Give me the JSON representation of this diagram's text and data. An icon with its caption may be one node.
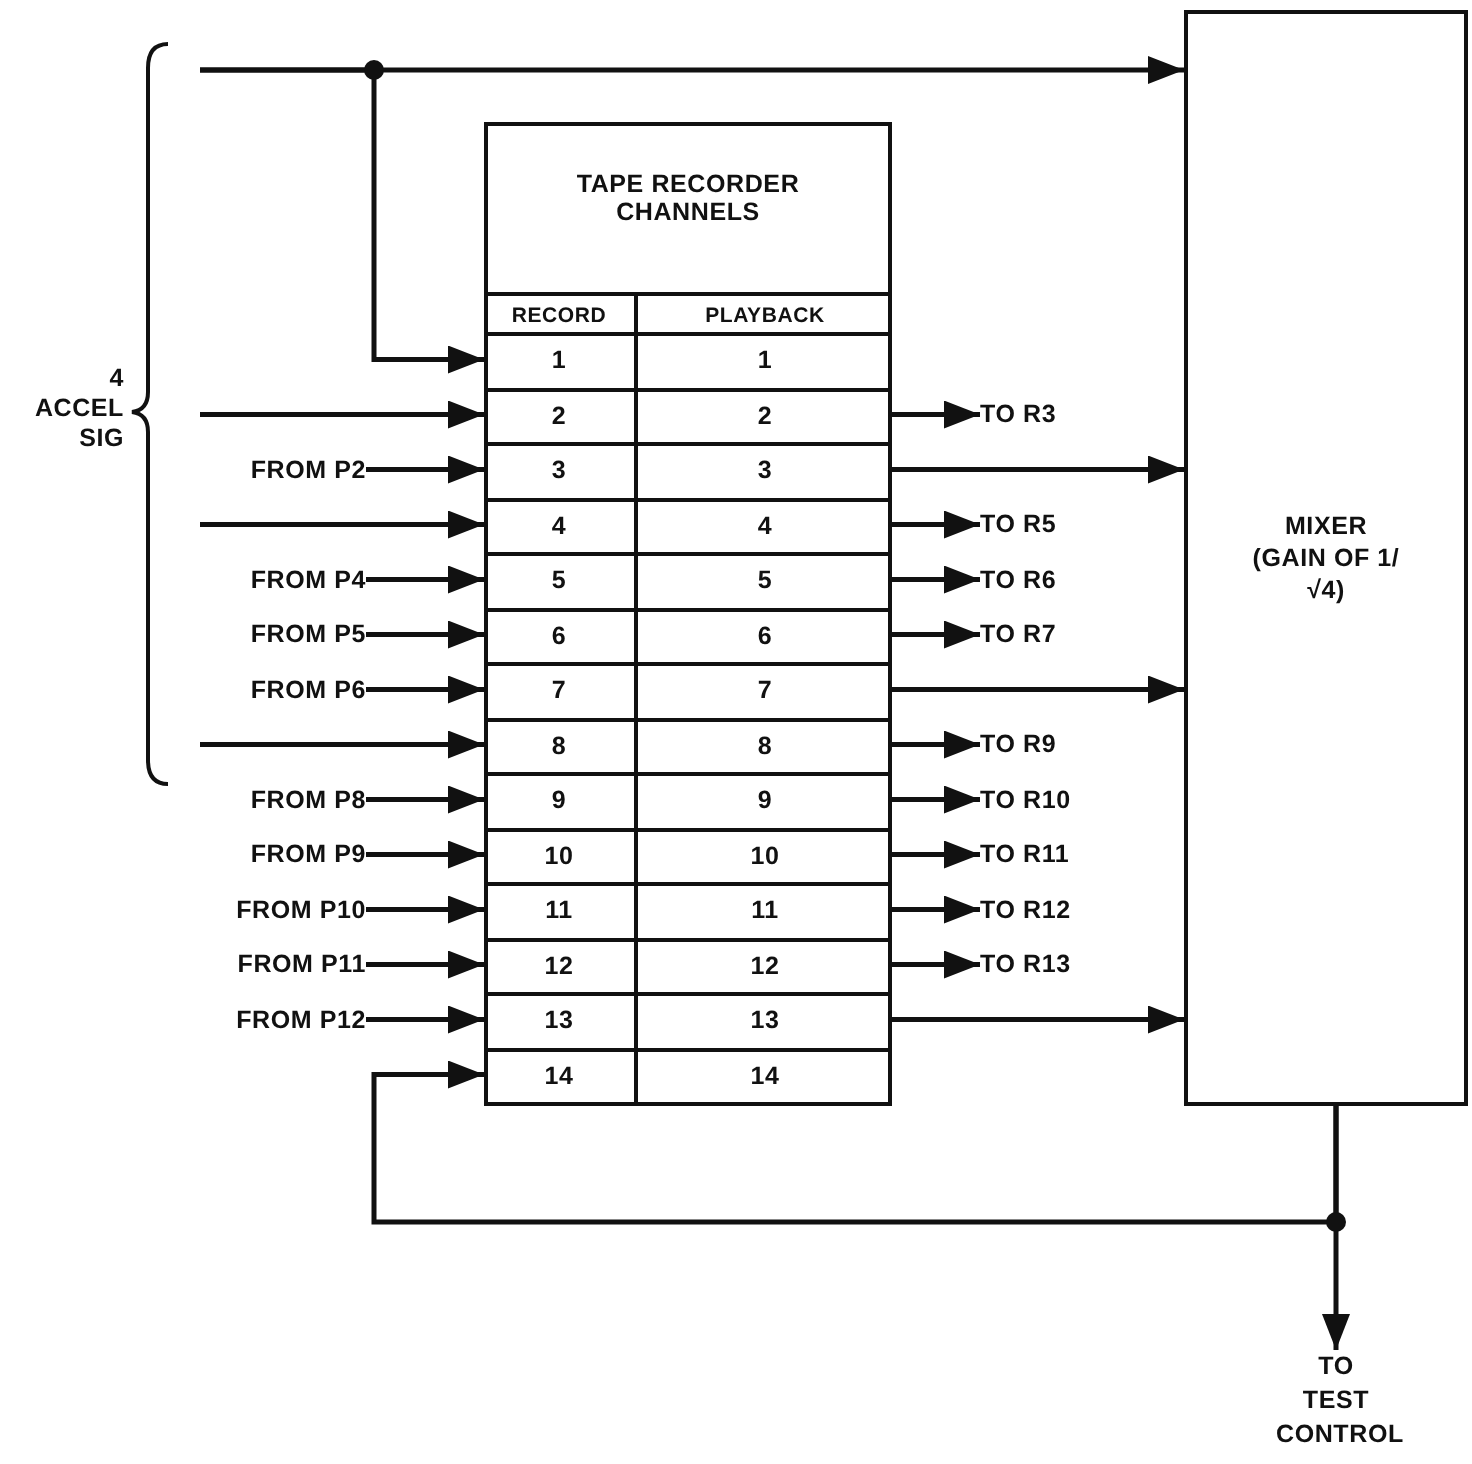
{
  "diagram": {
    "nodes": [
      {
        "text": [
          "TAPE RECORDER CHANNELS",
          "RECORD",
          "PLAYBACK"
        ]
      },
      {
        "text": [
          "1",
          "1"
        ],
        "in": 0
      },
      {
        "text": [
          "2",
          "2"
        ],
        "in": 0
      },
      {
        "text": [
          "3",
          "3"
        ],
        "in": 0
      },
      {
        "text": [
          "4",
          "4"
        ],
        "in": 0
      },
      {
        "text": [
          "5",
          "5"
        ],
        "in": 0
      },
      {
        "text": [
          "6",
          "6"
        ],
        "in": 0
      },
      {
        "text": [
          "7",
          "7"
        ],
        "in": 0
      },
      {
        "text": [
          "8",
          "8"
        ],
        "in": 0
      },
      {
        "text": [
          "9",
          "9"
        ],
        "in": 0
      },
      {
        "text": [
          "10",
          "10"
        ],
        "in": 0
      },
      {
        "text": [
          "11",
          "11"
        ],
        "in": 0
      },
      {
        "text": [
          "12",
          "12"
        ],
        "in": 0
      },
      {
        "text": [
          "13",
          "13"
        ],
        "in": 0
      },
      {
        "text": [
          "14",
          "14"
        ],
        "in": 0
      },
      {
        "text": [
          "MIXER (GAIN OF 1/√4)"
        ]
      },
      {
        "text": [
          "FROM P2"
        ]
      },
      {
        "text": [
          "FROM P4"
        ]
      },
      {
        "text": [
          "FROM P5"
        ]
      },
      {
        "text": [
          "FROM P6"
        ]
      },
      {
        "text": [
          "FROM P8"
        ]
      },
      {
        "text": [
          "FROM P9"
        ]
      },
      {
        "text": [
          "FROM P10"
        ]
      },
      {
        "text": [
          "FROM P11"
        ]
      },
      {
        "text": [
          "FROM P12"
        ]
      },
      {
        "text": [
          "TO R3"
        ]
      },
      {
        "text": [
          "TO R5"
        ]
      },
      {
        "text": [
          "TO R6"
        ]
      },
      {
        "text": [
          "TO R7"
        ]
      },
      {
        "text": [
          "TO R9"
        ]
      },
      {
        "text": [
          "TO R10"
        ]
      },
      {
        "text": [
          "TO R11"
        ]
      },
      {
        "text": [
          "TO R12"
        ]
      },
      {
        "text": [
          "TO R13"
        ]
      },
      {
        "text": [
          "TO TEST CONTROL"
        ]
      }
    ],
    "edges": [
      {
        "from": null,
        "to": 15,
        "arrow": "to"
      },
      {
        "from": null,
        "to": 1,
        "arrow": "to"
      },
      {
        "from": null,
        "to": 2,
        "arrow": "to"
      },
      {
        "from": 16,
        "to": 3,
        "arrow": "to"
      },
      {
        "from": null,
        "to": 4,
        "arrow": "to"
      },
      {
        "from": 17,
        "to": 5,
        "arrow": "to"
      },
      {
        "from": 18,
        "to": 6,
        "arrow": "to"
      },
      {
        "from": 19,
        "to": 7,
        "arrow": "to"
      },
      {
        "from": null,
        "to": 8,
        "arrow": "to"
      },
      {
        "from": 20,
        "to": 9,
        "arrow": "to"
      },
      {
        "from": 21,
        "to": 10,
        "arrow": "to"
      },
      {
        "from": 22,
        "to": 11,
        "arrow": "to"
      },
      {
        "from": 23,
        "to": 12,
        "arrow": "to"
      },
      {
        "from": 24,
        "to": 13,
        "arrow": "to"
      },
      {
        "from": 15,
        "to": 14,
        "arrow": "to"
      },
      {
        "from": 15,
        "to": 34,
        "arrow": "to"
      },
      {
        "from": 2,
        "to": 25,
        "arrow": "to"
      },
      {
        "from": 3,
        "to": 15,
        "arrow": "to"
      },
      {
        "from": 4,
        "to": 26,
        "arrow": "to"
      },
      {
        "from": 5,
        "to": 27,
        "arrow": "to"
      },
      {
        "from": 6,
        "to": 28,
        "arrow": "to"
      },
      {
        "from": 7,
        "to": 15,
        "arrow": "to"
      },
      {
        "from": 8,
        "to": 29,
        "arrow": "to"
      },
      {
        "from": 9,
        "to": 30,
        "arrow": "to"
      },
      {
        "from": 10,
        "to": 31,
        "arrow": "to"
      },
      {
        "from": 11,
        "to": 32,
        "arrow": "to"
      },
      {
        "from": 12,
        "to": 33,
        "arrow": "to"
      },
      {
        "from": 13,
        "to": 15,
        "arrow": "to"
      }
    ],
    "labels": [
      "4 ACCEL SIG"
    ]
  }
}
